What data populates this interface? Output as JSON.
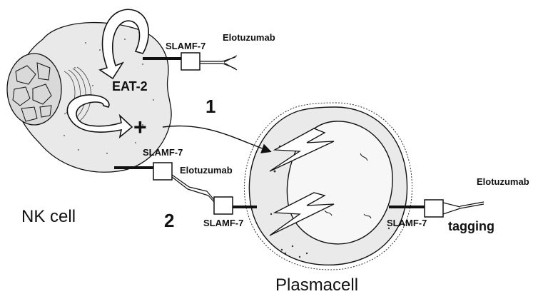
{
  "labels": {
    "slamf7_top": "SLAMF-7",
    "elotuzumab_top": "Elotuzumab",
    "eat2": "EAT-2",
    "step1": "1",
    "plus": "+",
    "slamf7_left": "SLAMF-7",
    "elotuzumab_mid": "Elotuzumab",
    "step2": "2",
    "slamf7_bottom": "SLAMF-7",
    "slamf7_right": "SLAMF-7",
    "elotuzumab_right": "Elotuzumab",
    "tagging": "tagging",
    "nk_cell": "NK cell",
    "plasmacell": "Plasmacell"
  },
  "colors": {
    "ink": "#111111",
    "cell_shade": "#e6e6e6",
    "nucleus_shade": "#d6d6d6",
    "background": "#ffffff"
  }
}
